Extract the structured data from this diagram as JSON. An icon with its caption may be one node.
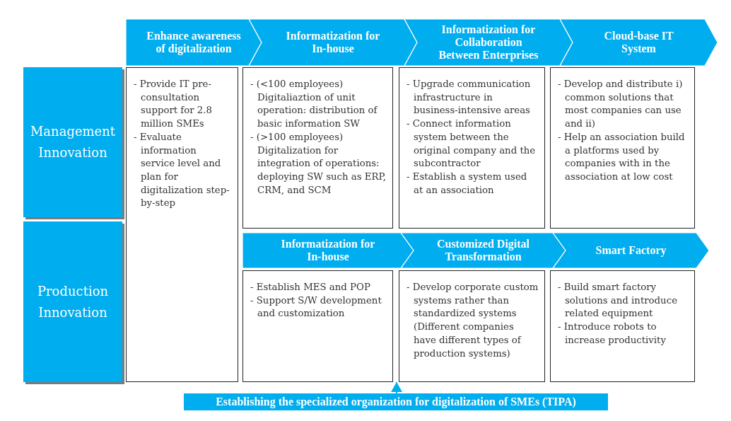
{
  "diagram": {
    "nodes": [
      {
        "text": [
          "Enhance awareness of digitalization"
        ]
      },
      {
        "text": [
          "Informatization for In-house"
        ]
      },
      {
        "text": [
          "Informatization for Collaboration Between Enterprises"
        ]
      },
      {
        "text": [
          "Cloud-base IT System"
        ]
      },
      {
        "text": [
          "Management Innovation"
        ]
      },
      {
        "text": [
          "- Provide IT pre-consultation support for 2.8 million SMEs",
          "- Evaluate information service level and plan for digitalization step-by-step"
        ]
      },
      {
        "text": [
          "- (<100 employees) Digitaliaztion of unit operation: distribution of basic information SW",
          "- (>100 employees) Digitalization for integration of operations: deploying SW such as ERP, CRM, and SCM"
        ]
      },
      {
        "text": [
          "- Upgrade communication infrastructure in business-intensive areas",
          "- Connect information system between the original company and the subcontractor",
          "- Establish a system used at an association"
        ]
      },
      {
        "text": [
          "- Develop and distribute i) common solutions that most companies can use and ii)",
          "- Help an association build a platforms used by companies with in the association at low cost"
        ]
      },
      {
        "text": [
          "Production Innovation"
        ]
      },
      {
        "text": [
          "Informatization for In-house"
        ]
      },
      {
        "text": [
          "Customized Digital Transformation"
        ]
      },
      {
        "text": [
          "Smart Factory"
        ]
      },
      {
        "text": [
          "- Establish MES and POP",
          "- Support S/W development and customization"
        ]
      },
      {
        "text": [
          "- Develop corporate custom systems rather than standardized systems (Different companies have different types of production systems)"
        ]
      },
      {
        "text": [
          "- Build smart factory solutions and introduce related equipment",
          "- Introduce robots to increase productivity"
        ]
      },
      {
        "text": [
          "Establishing the specialized organization for digitalization of SMEs (TIPA)"
        ]
      }
    ],
    "edges": [
      {
        "from": 16,
        "to": 14,
        "arrow": "to"
      }
    ]
  }
}
